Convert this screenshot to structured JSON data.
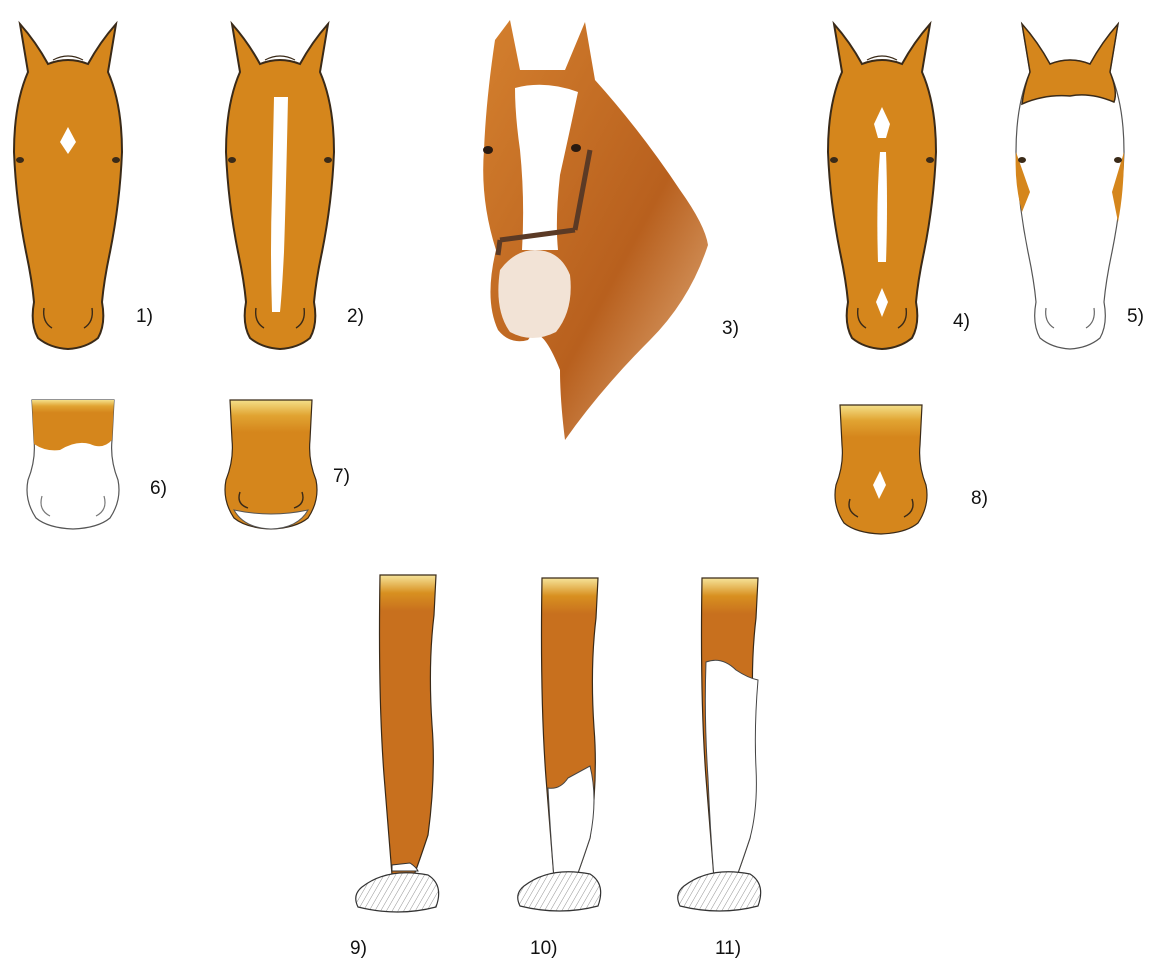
{
  "colors": {
    "chestnut": "#D5861C",
    "outline": "#3a2a18",
    "white_marking": "#ffffff",
    "photo_coat": "#C96E22"
  },
  "figures": [
    {
      "id": "face-star",
      "label": "1)",
      "icon": "horse-head-star-icon"
    },
    {
      "id": "face-stripe",
      "label": "2)",
      "icon": "horse-head-stripe-icon"
    },
    {
      "id": "photo-blaze",
      "label": "3)",
      "icon": "horse-photo-blaze-icon"
    },
    {
      "id": "face-star-stripe-snip",
      "label": "4)",
      "icon": "horse-head-star-stripe-snip-icon"
    },
    {
      "id": "face-white",
      "label": "5)",
      "icon": "horse-head-white-face-icon"
    },
    {
      "id": "muzzle-white",
      "label": "6)",
      "icon": "muzzle-white-icon"
    },
    {
      "id": "muzzle-lip",
      "label": "7)",
      "icon": "muzzle-white-lip-icon"
    },
    {
      "id": "muzzle-snip",
      "label": "8)",
      "icon": "muzzle-snip-icon"
    },
    {
      "id": "leg-coronet",
      "label": "9)",
      "icon": "leg-coronet-icon"
    },
    {
      "id": "leg-sock",
      "label": "10)",
      "icon": "leg-sock-icon"
    },
    {
      "id": "leg-stocking",
      "label": "11)",
      "icon": "leg-stocking-icon"
    }
  ]
}
